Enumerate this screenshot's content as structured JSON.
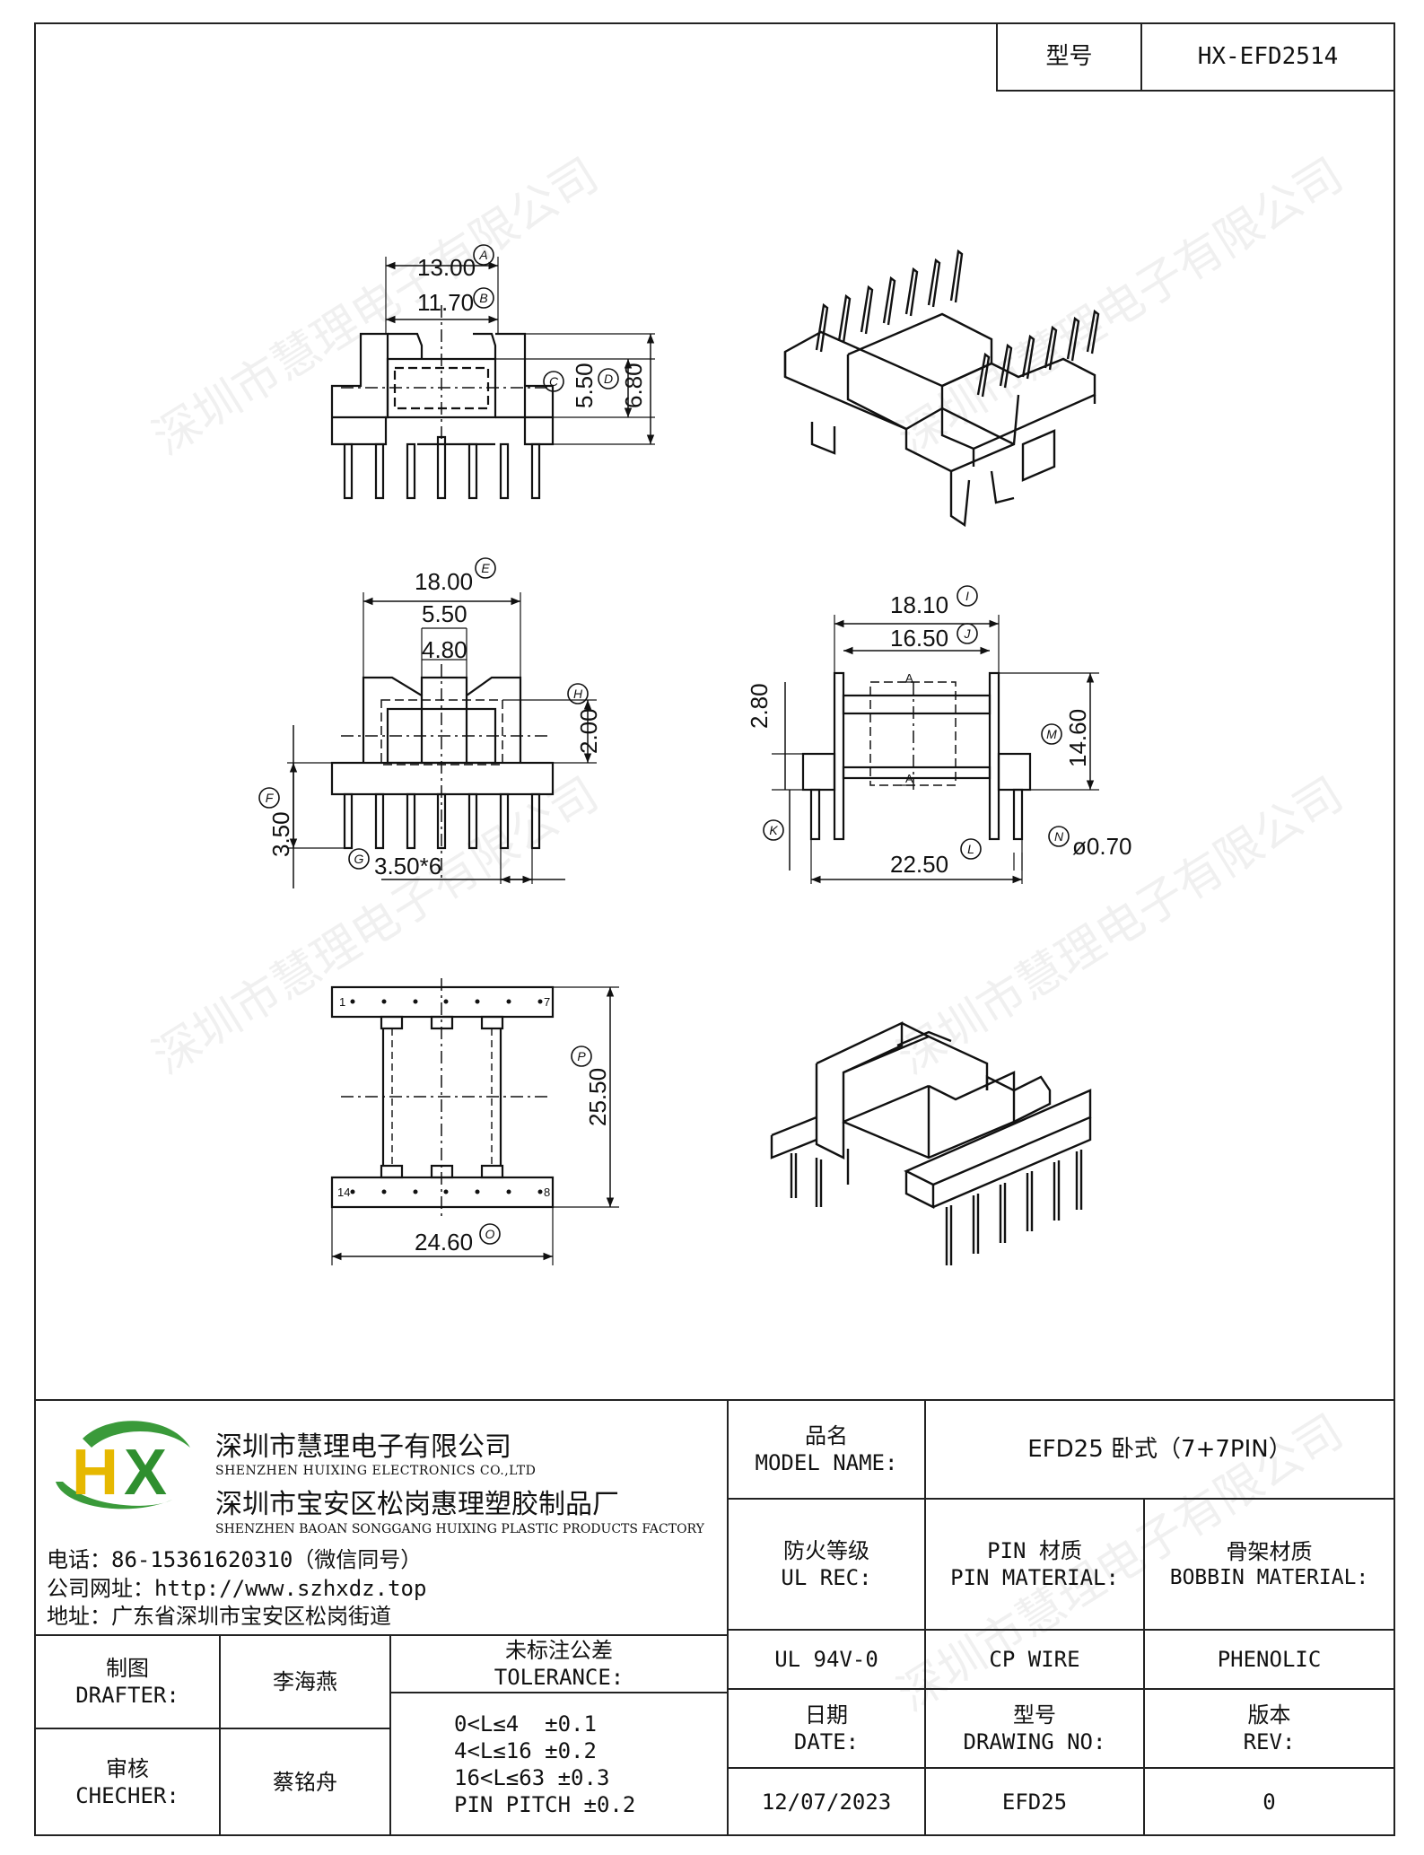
{
  "header": {
    "model_label": "型号",
    "model_value": "HX-EFD2514"
  },
  "watermark": "深圳市慧理电子有限公司",
  "drawing": {
    "dims": {
      "A": "13.00",
      "B": "11.70",
      "C": "5.50",
      "D": "6.80",
      "E": "18.00",
      "E2": "5.50",
      "E3": "4.80",
      "H": "2.00",
      "F": "3.50",
      "G": "3.50*6",
      "I": "18.10",
      "J": "16.50",
      "K": "2.80",
      "M": "14.60",
      "L": "22.50",
      "N": "ø0.70",
      "P": "25.50",
      "O": "24.60"
    },
    "callouts": {
      "A": "A",
      "B": "B",
      "C": "C",
      "D": "D",
      "E": "E",
      "H": "H",
      "F": "F",
      "G": "G",
      "I": "I",
      "J": "J",
      "M": "M",
      "K": "K",
      "L": "L",
      "N": "N",
      "P": "P",
      "O": "O"
    },
    "section_mark": "A",
    "pin_marks": {
      "top_left": "1",
      "top_right": "7",
      "bottom_left": "14",
      "bottom_right": "8"
    }
  },
  "company": {
    "logo_letters": "HX",
    "name_cn": "深圳市慧理电子有限公司",
    "name_en": "SHENZHEN HUIXING ELECTRONICS CO.,LTD",
    "factory_cn": "深圳市宝安区松岗惠理塑胶制品厂",
    "factory_en": "SHENZHEN BAOAN SONGGANG HUIXING PLASTIC PRODUCTS FACTORY",
    "phone": "电话：86-15361620310（微信同号）",
    "website": "公司网址：http://www.szhxdz.top",
    "address": "地址：广东省深圳市宝安区松岗街道"
  },
  "title_block": {
    "model_name_label_cn": "品名",
    "model_name_label_en": "MODEL NAME:",
    "model_name_value": "EFD25 卧式（7+7PIN）",
    "ul_label_cn": "防火等级",
    "ul_label_en": "UL REC:",
    "pin_label_cn": "PIN 材质",
    "pin_label_en": "PIN MATERIAL:",
    "bobbin_label_cn": "骨架材质",
    "bobbin_label_en": "BOBBIN MATERIAL:",
    "ul_value": "UL 94V-0",
    "pin_value": "CP WIRE",
    "bobbin_value": "PHENOLIC",
    "drafter_label_cn": "制图",
    "drafter_label_en": "DRAFTER:",
    "drafter_value": "李海燕",
    "checker_label_cn": "审核",
    "checker_label_en": "CHECHER:",
    "checker_value": "蔡铭舟",
    "tolerance_label_cn": "未标注公差",
    "tolerance_label_en": "TOLERANCE:",
    "tolerance_lines": [
      "0<L≤4  ±0.1",
      "4<L≤16 ±0.2",
      "16<L≤63 ±0.3",
      "PIN PITCH ±0.2"
    ],
    "date_label_cn": "日期",
    "date_label_en": "DATE:",
    "drawing_no_label_cn": "型号",
    "drawing_no_label_en": "DRAWING NO:",
    "rev_label_cn": "版本",
    "rev_label_en": "REV:",
    "date_value": "12/07/2023",
    "drawing_no_value": "EFD25",
    "rev_value": "0"
  }
}
